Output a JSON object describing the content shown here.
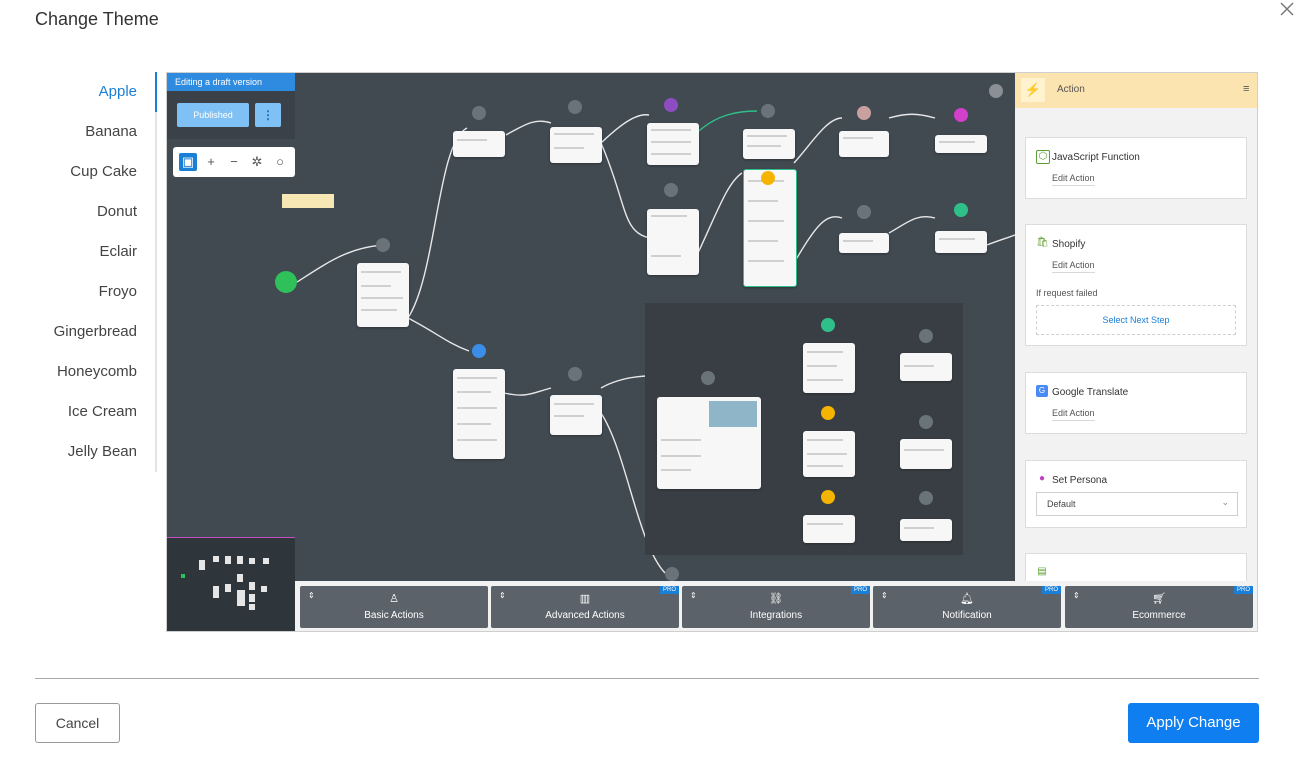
{
  "dialog": {
    "title": "Change Theme",
    "close_icon": "close-icon"
  },
  "themes": {
    "selected": "Apple",
    "items": [
      "Apple",
      "Banana",
      "Cup Cake",
      "Donut",
      "Eclair",
      "Froyo",
      "Gingerbread",
      "Honeycomb",
      "Ice Cream",
      "Jelly Bean"
    ]
  },
  "preview": {
    "draft_label": "Editing a draft version",
    "published_label": "Published",
    "toolbar_icons": [
      "add-folder-icon",
      "zoom-in-icon",
      "zoom-out-icon",
      "fit-icon",
      "search-icon"
    ],
    "action_bar": [
      {
        "label": "Basic Actions",
        "icon": "person-icon",
        "pro": false
      },
      {
        "label": "Advanced Actions",
        "icon": "briefcase-icon",
        "pro": true
      },
      {
        "label": "Integrations",
        "icon": "link-icon",
        "pro": true
      },
      {
        "label": "Notification",
        "icon": "bell-icon",
        "pro": true
      },
      {
        "label": "Ecommerce",
        "icon": "cart-icon",
        "pro": true
      }
    ],
    "pro_badge": "PRO",
    "side_panel": {
      "title": "Action",
      "cards": {
        "js": {
          "title": "JavaScript Function",
          "edit": "Edit Action"
        },
        "shopify": {
          "title": "Shopify",
          "edit": "Edit Action",
          "failed_label": "If request failed",
          "next_step": "Select Next Step"
        },
        "translate": {
          "title": "Google Translate",
          "edit": "Edit Action"
        },
        "persona": {
          "title": "Set Persona",
          "select_value": "Default"
        }
      }
    },
    "colors": {
      "canvas": "#414951",
      "accent": "#1a7fd6",
      "start_node": "#2fc05a"
    }
  },
  "footer": {
    "cancel_label": "Cancel",
    "apply_label": "Apply Change"
  }
}
